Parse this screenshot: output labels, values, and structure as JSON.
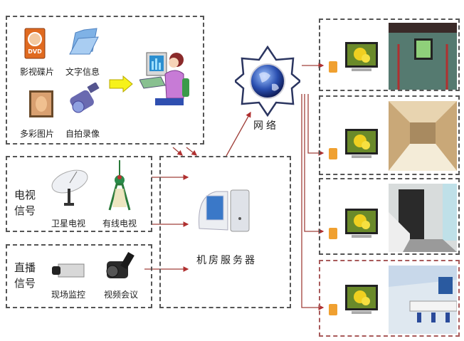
{
  "sources": {
    "items": [
      {
        "label": "影视碟片",
        "icon": "dvd-icon"
      },
      {
        "label": "文字信息",
        "icon": "folder-icon"
      },
      {
        "label": "多彩图片",
        "icon": "picture-icon"
      },
      {
        "label": "自拍录像",
        "icon": "camcorder-icon"
      }
    ]
  },
  "tv_signal": {
    "title": "电视信号",
    "items": [
      {
        "label": "卫星电视",
        "icon": "satellite-dish-icon"
      },
      {
        "label": "有线电视",
        "icon": "broadcast-tower-icon"
      }
    ]
  },
  "live_signal": {
    "title": "直播信号",
    "items": [
      {
        "label": "现场监控",
        "icon": "cctv-camera-icon"
      },
      {
        "label": "视频会议",
        "icon": "video-camera-icon"
      }
    ]
  },
  "server": {
    "label": "机房服务器"
  },
  "network": {
    "label": "网络"
  },
  "displays": [
    {
      "scene": "lobby-with-screen"
    },
    {
      "scene": "elevator-hall"
    },
    {
      "scene": "stair-corridor"
    },
    {
      "scene": "service-hall"
    }
  ],
  "colors": {
    "arrow": "#a0403a",
    "dashed": "#555555",
    "highlight_border": "#a85a5a"
  }
}
